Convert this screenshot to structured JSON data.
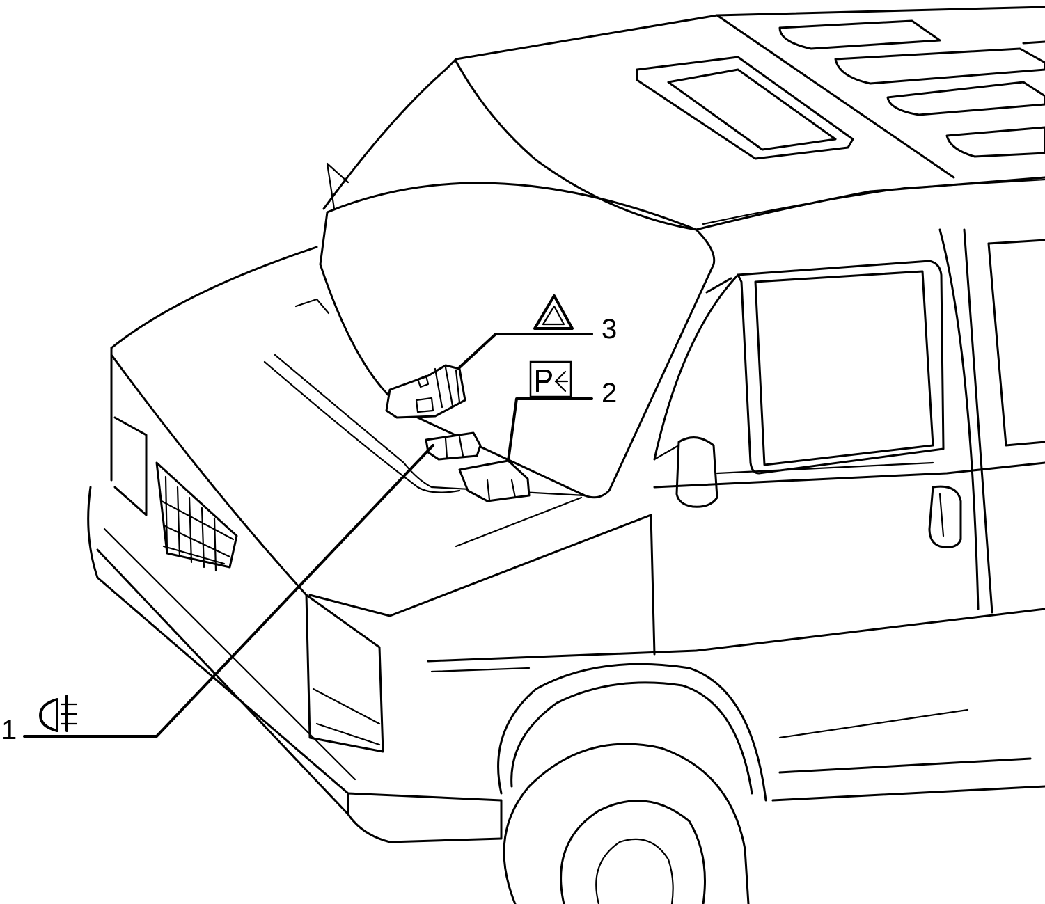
{
  "callouts": [
    {
      "number": "1",
      "symbol": "rear-fog-lamp-icon"
    },
    {
      "number": "2",
      "symbol": "parking-lights-icon"
    },
    {
      "number": "3",
      "symbol": "hazard-warning-icon"
    }
  ],
  "colors": {
    "ink": "#000000",
    "paper": "#ffffff"
  }
}
